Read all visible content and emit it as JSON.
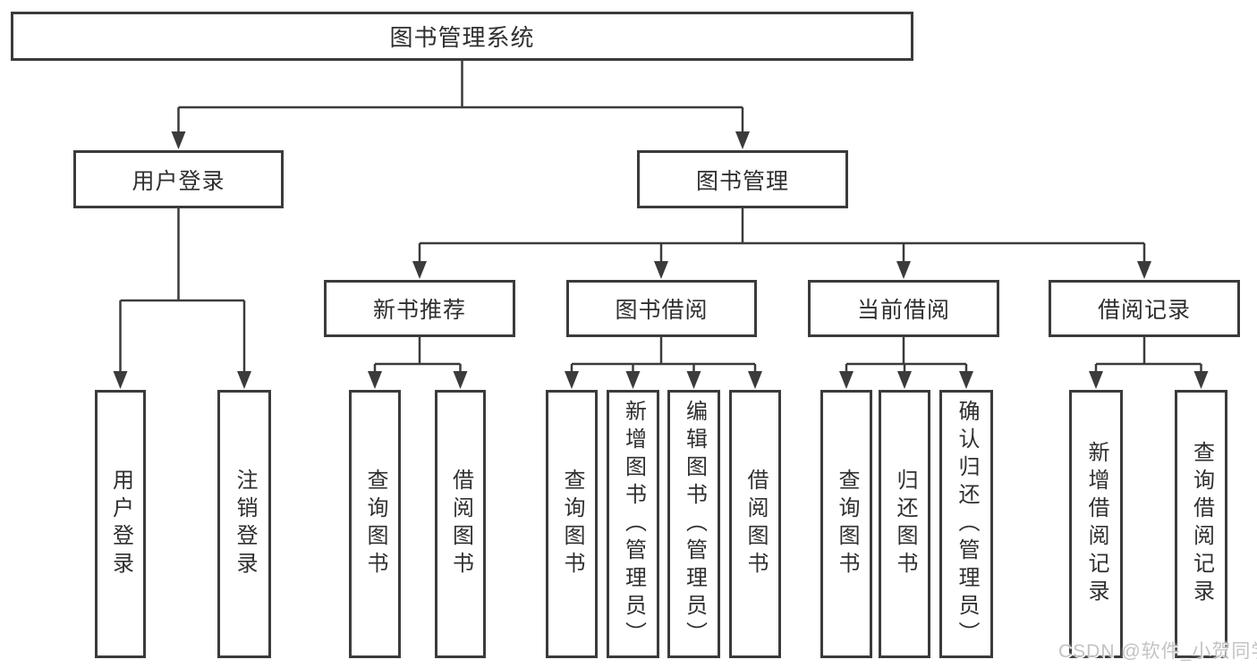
{
  "tree": {
    "label": "图书管理系统",
    "children": [
      {
        "label": "用户登录",
        "children": [
          {
            "label": "用户登录"
          },
          {
            "label": "注销登录"
          }
        ]
      },
      {
        "label": "图书管理",
        "children": [
          {
            "label": "新书推荐",
            "children": [
              {
                "label": "查询图书"
              },
              {
                "label": "借阅图书"
              }
            ]
          },
          {
            "label": "图书借阅",
            "children": [
              {
                "label": "查询图书"
              },
              {
                "label": "新增图书（管理员）"
              },
              {
                "label": "编辑图书（管理员）"
              },
              {
                "label": "借阅图书"
              }
            ]
          },
          {
            "label": "当前借阅",
            "children": [
              {
                "label": "查询图书"
              },
              {
                "label": "归还图书"
              },
              {
                "label": "确认归还（管理员）"
              }
            ]
          },
          {
            "label": "借阅记录",
            "children": [
              {
                "label": "新增借阅记录"
              },
              {
                "label": "查询借阅记录"
              }
            ]
          }
        ]
      }
    ]
  },
  "watermark": {
    "text": "CSDN @软件_小贺同学"
  },
  "colors": {
    "line": "#3b3b3b",
    "box_border": "#3b3b3b",
    "text": "#2f2f2f",
    "watermark": "#c3c3c3",
    "background": "#ffffff"
  }
}
